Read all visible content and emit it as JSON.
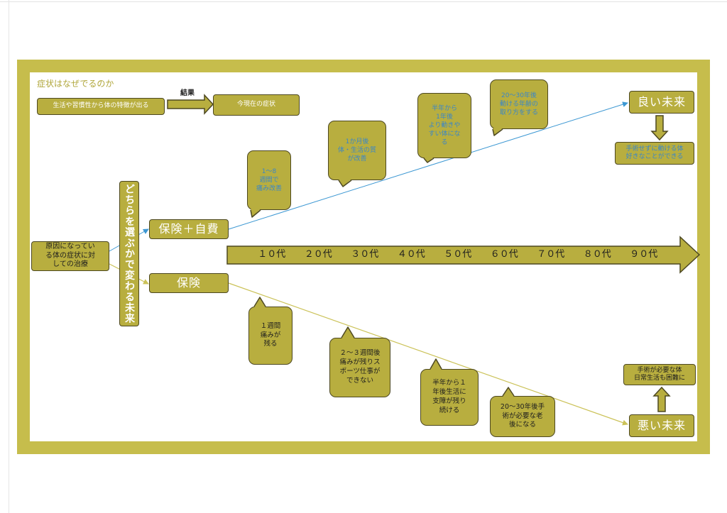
{
  "header": {
    "title": "症状はなぜでるのか"
  },
  "cause": {
    "habit_box": "生活や習慣性から体の特徴が出る",
    "result_label": "結果",
    "current_symptom_box": "今現在の症状"
  },
  "treatment": {
    "box": "原因になってい\nる体の症状に対\nしての治療",
    "choice_label": "どちらを選ぶかで変わる未来"
  },
  "good_path": {
    "option_label": "保険＋自費",
    "bubbles": [
      "1〜8\n週間で\n痛み改善",
      "1か月後\n体・生活の質\nが改善",
      "半年から\n1年後\nより動きや\nすい体にな\nる",
      "20〜30年後\n動ける年齢の\n取り方をする"
    ],
    "future_label": "良い未来",
    "outcome": "手術せずに動ける体\n好きなことができる"
  },
  "bad_path": {
    "option_label": "保険",
    "bubbles": [
      "１週間\n痛みが\n残る",
      "２〜３週間後\n痛みが残りス\nポーツ仕事が\nできない",
      "半年から１\n年後生活に\n支障が残り\n続ける",
      "20〜30年後手\n術が必要な老\n後になる"
    ],
    "future_label": "悪い未来",
    "outcome": "手術が必要な体\n日常生活も困難に"
  },
  "timeline": {
    "ages": [
      "１０代",
      "２０代",
      "３０代",
      "４０代",
      "５０代",
      "６０代",
      "７０代",
      "８０代",
      "９０代"
    ]
  },
  "colors": {
    "frame": "#c6bd4c",
    "box_fill": "#b8ae3f",
    "box_border": "#4d4821",
    "good_line": "#3d98d3",
    "bad_line": "#cbc258",
    "good_text": "#3a86c8",
    "title_text": "#b0a63a"
  }
}
